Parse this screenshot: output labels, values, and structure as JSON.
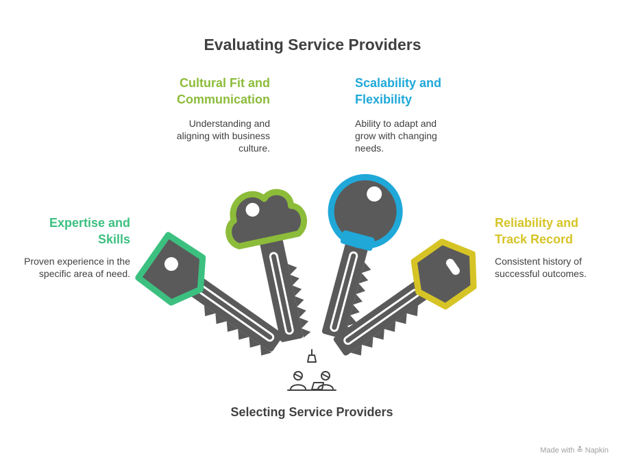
{
  "title": "Evaluating Service Providers",
  "center": {
    "label": "Selecting Service Providers",
    "icon": "people-at-laptop-icon"
  },
  "items": [
    {
      "title": "Expertise and Skills",
      "description": "Proven experience in the specific area of need.",
      "color": "#3cc080"
    },
    {
      "title": "Cultural Fit and Communication",
      "description": "Understanding and aligning with business culture.",
      "color": "#8cbc3a"
    },
    {
      "title": "Scalability and Flexibility",
      "description": "Ability to adapt and grow with changing needs.",
      "color": "#1fa8d8"
    },
    {
      "title": "Reliability and Track Record",
      "description": "Consistent history of successful outcomes.",
      "color": "#d6c426"
    }
  ],
  "footer": {
    "made_with": "Made with",
    "brand": "Napkin"
  },
  "colors": {
    "key_body": "#5a5a5a",
    "text": "#404040"
  }
}
